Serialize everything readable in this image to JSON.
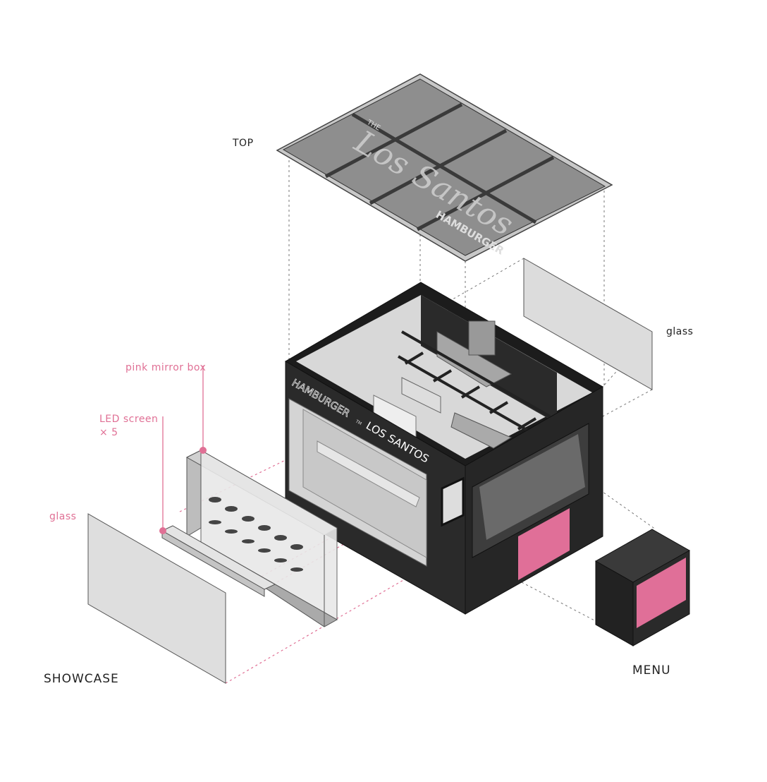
{
  "labels": {
    "top": "TOP",
    "glass_right": "glass",
    "pink_mirror_box": "pink mirror box",
    "led_screen": "LED screen",
    "led_count": "× 5",
    "glass_left": "glass",
    "showcase": "SHOWCASE",
    "menu": "MENU"
  },
  "signage": {
    "roof_the": "THE",
    "roof_script": "Los Santos",
    "roof_hamburger": "HAMBURGER",
    "front_hamburger": "HAMBURGER",
    "front_tm": "TM",
    "front_los_santos": "LOS SANTOS"
  },
  "colors": {
    "accent": "#e07095",
    "body": "#2a2a2a",
    "glass": "#dcdcdc",
    "menu_panel": "#e06f98"
  }
}
